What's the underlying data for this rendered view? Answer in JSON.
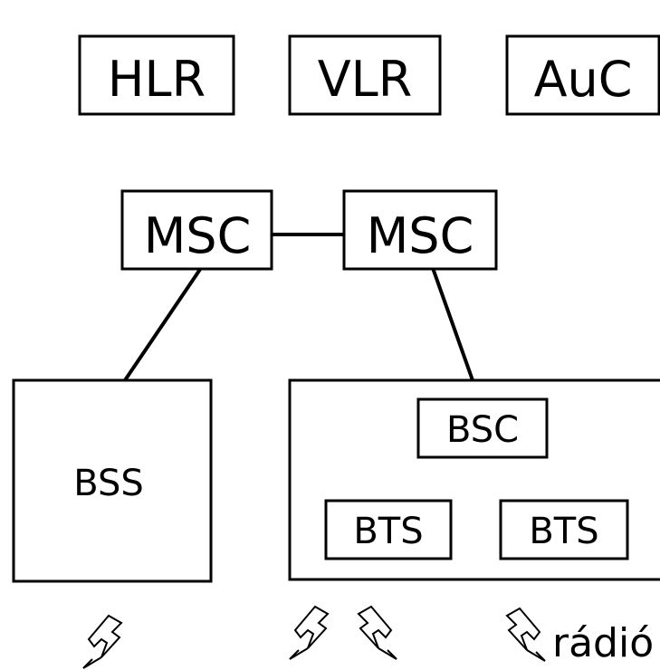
{
  "diagram": {
    "top_row": {
      "hlr": "HLR",
      "vlr": "VLR",
      "auc": "AuC"
    },
    "msc_left": "MSC",
    "msc_right": "MSC",
    "bss": "BSS",
    "bsc": "BSC",
    "bts_left": "BTS",
    "bts_right": "BTS",
    "radio_label": "rádió"
  }
}
